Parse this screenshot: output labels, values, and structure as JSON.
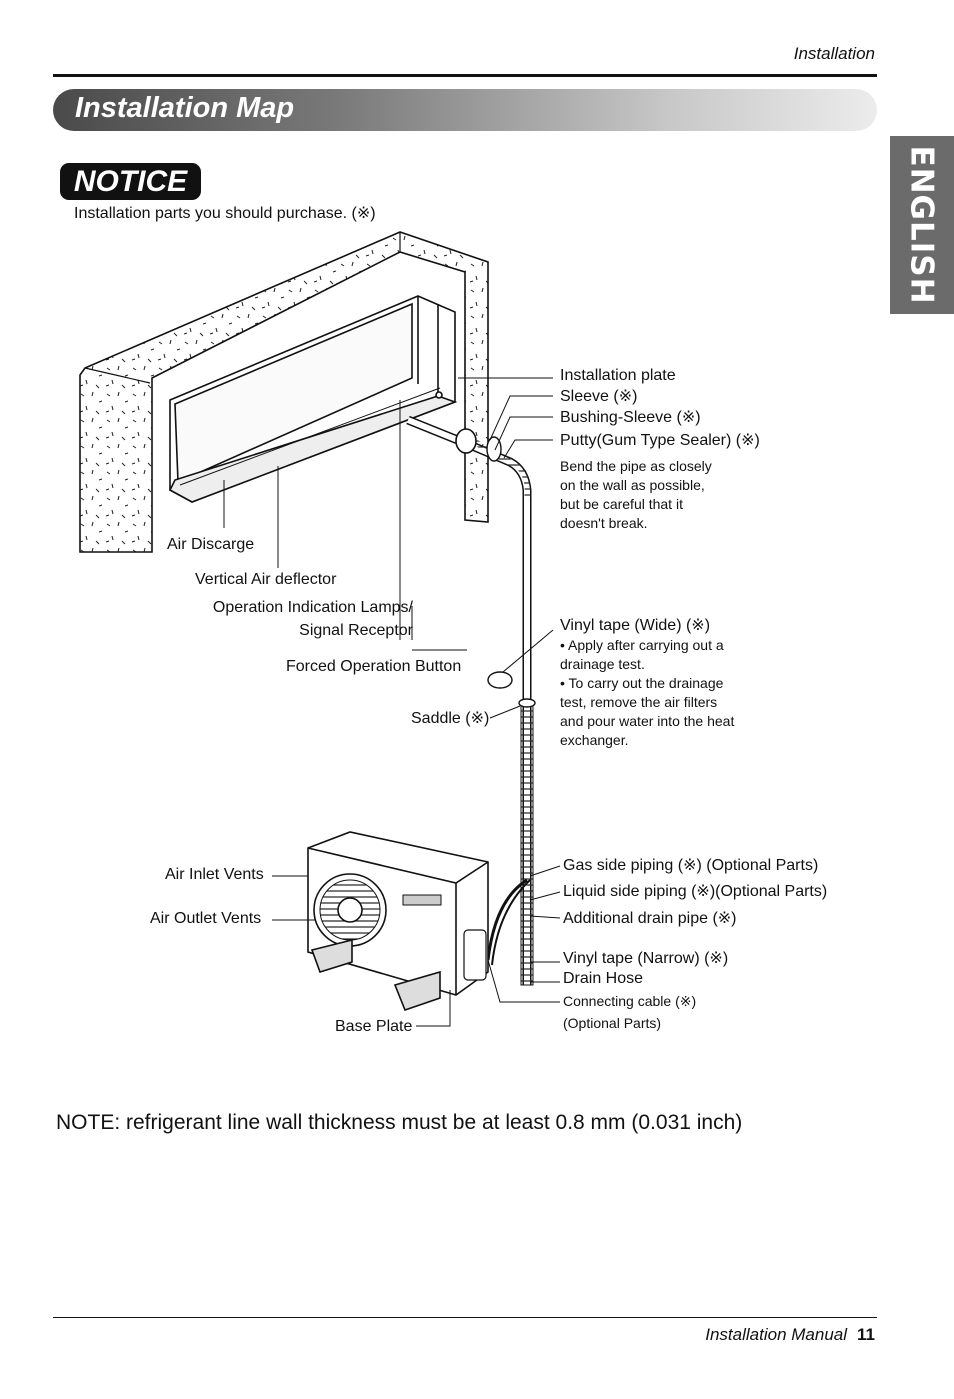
{
  "header": {
    "section": "Installation"
  },
  "title": "Installation Map",
  "language_tab": "ENGLISH",
  "notice": {
    "heading": "NOTICE",
    "text": "Installation parts you should purchase. (※)"
  },
  "labels": {
    "installation_plate": "Installation plate",
    "sleeve": "Sleeve (※)",
    "bushing_sleeve": "Bushing-Sleeve (※)",
    "putty": "Putty(Gum Type Sealer) (※)",
    "bend_note": "Bend the pipe as closely\non the wall as possible,\nbut be careful that it\ndoesn't break.",
    "air_discarge": "Air Discarge",
    "vertical_air_deflector": "Vertical Air deflector",
    "operation_lamps": "Operation Indication Lamps/",
    "signal_receptor": "Signal Receptor",
    "forced_operation_button": "Forced Operation Button",
    "vinyl_tape_wide": "Vinyl tape (Wide) (※)",
    "vinyl_tape_note": "• Apply after carrying out a\n   drainage test.\n• To carry out the drainage\n   test, remove the air filters\n  and pour water into the heat\n  exchanger.",
    "saddle": "Saddle (※)",
    "air_inlet_vents": "Air Inlet Vents",
    "air_outlet_vents": "Air Outlet Vents",
    "gas_side_piping": "Gas side piping (※) (Optional Parts)",
    "liquid_side_piping": "Liquid side piping  (※)(Optional Parts)",
    "additional_drain_pipe": "Additional drain pipe  (※)",
    "vinyl_tape_narrow": "Vinyl tape (Narrow) (※)",
    "drain_hose": "Drain Hose",
    "connecting_cable": "Connecting cable (※)",
    "optional_parts": "(Optional Parts)",
    "base_plate": "Base Plate"
  },
  "note": "NOTE: refrigerant line wall thickness must be at least 0.8 mm (0.031 inch)",
  "footer": {
    "label": "Installation Manual",
    "page": "11"
  }
}
